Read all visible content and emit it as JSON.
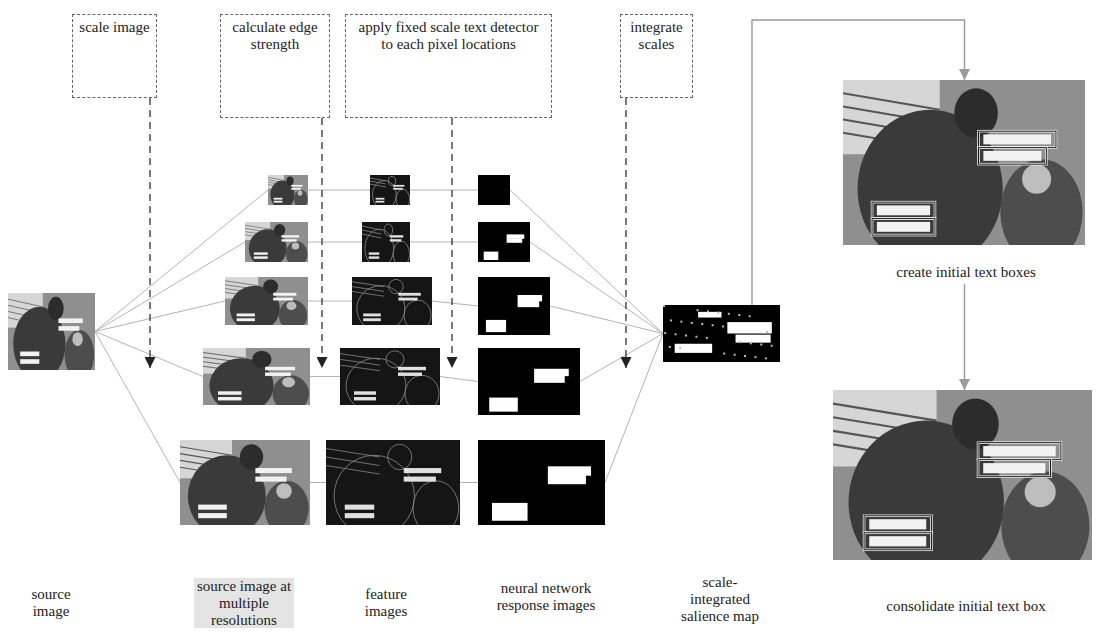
{
  "diagram": {
    "nodes": [
      {
        "text": [
          "scale image"
        ]
      },
      {
        "text": [
          "calculate edge strength"
        ]
      },
      {
        "text": [
          "apply fixed scale text detector to each pixel locations"
        ]
      },
      {
        "text": [
          "integrate scales"
        ]
      },
      {
        "text": [
          "source image"
        ]
      },
      {
        "text": [
          "scale-integrated salience map"
        ]
      },
      {
        "text": [
          "create initial text boxes"
        ]
      },
      {
        "text": [
          "consolidate initial text box"
        ]
      }
    ],
    "edges": [
      {
        "from": 5,
        "to": 6,
        "arrow": "to"
      },
      {
        "from": 6,
        "to": 7,
        "arrow": "to"
      }
    ],
    "labels": [
      "source image at multiple resolutions",
      "feature images",
      "neural network response images"
    ]
  }
}
